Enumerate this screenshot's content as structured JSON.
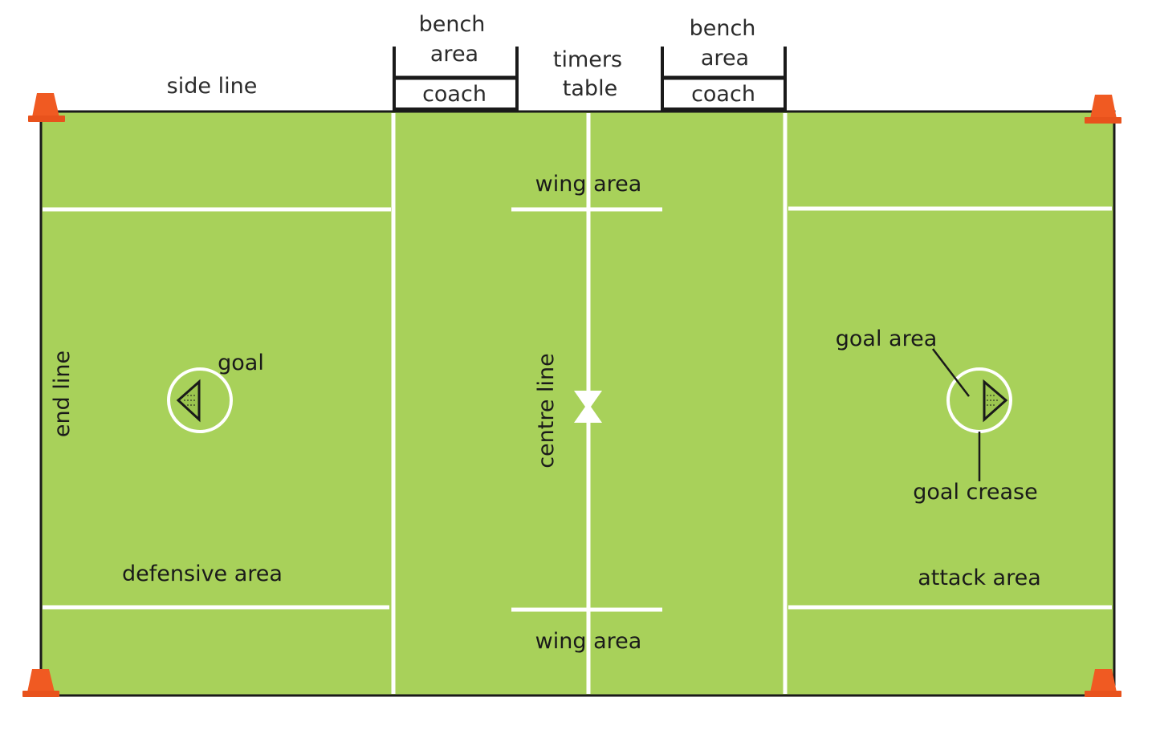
{
  "colors": {
    "field": "#a8d15a",
    "field_lines": "#ffffff",
    "outline": "#1a1a1a",
    "cone": "#f05a22"
  },
  "labels": {
    "side_line": "side line",
    "end_line": "end line",
    "bench_left_line1": "bench",
    "bench_left_line2": "area",
    "coach_left": "coach",
    "timers_line1": "timers",
    "timers_line2": "table",
    "bench_right_line1": "bench",
    "bench_right_line2": "area",
    "coach_right": "coach",
    "wing_area_top": "wing area",
    "wing_area_bottom": "wing area",
    "centre_line": "centre line",
    "goal": "goal",
    "goal_area": "goal area",
    "goal_crease": "goal crease",
    "defensive_area": "defensive area",
    "attack_area": "attack area"
  },
  "icons": [
    "cone-icon",
    "centre-mark-icon",
    "goal-triangle-icon"
  ]
}
